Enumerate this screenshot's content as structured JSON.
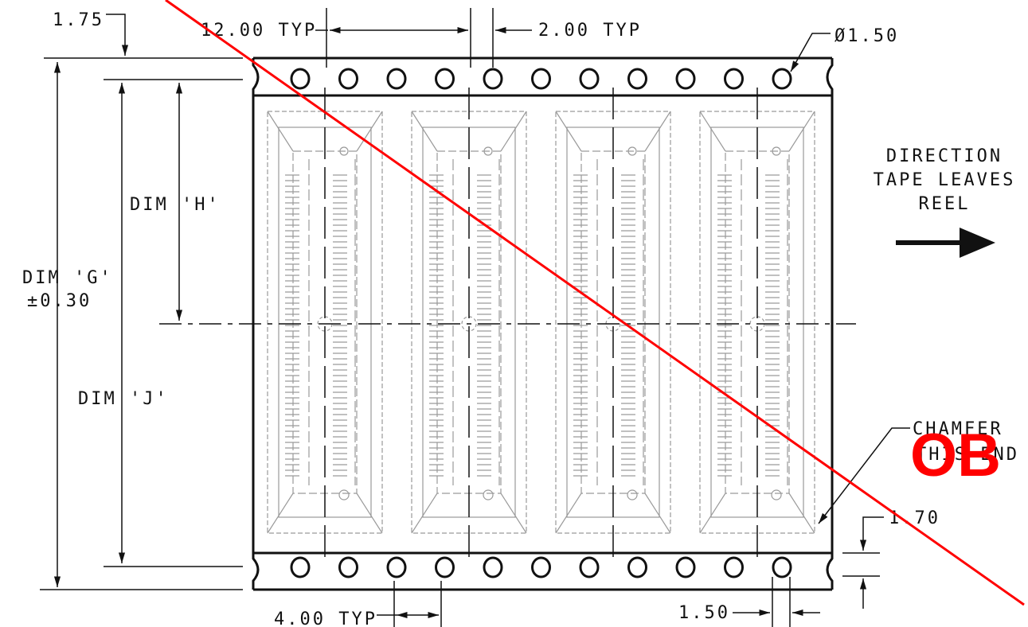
{
  "labels": {
    "top_left_dim": "1.75",
    "pitch_12": "12.00 TYP",
    "pitch_2": "2.00 TYP",
    "hole_dia": "Ø1.50",
    "direction_line1": "DIRECTION",
    "direction_line2": "TAPE LEAVES",
    "direction_line3": "REEL",
    "dim_h": "DIM 'H'",
    "dim_g": "DIM 'G'",
    "dim_g_tol": "±0.30",
    "dim_j": "DIM 'J'",
    "chamfer_line1": "CHAMFER",
    "chamfer_line2": "THIS END",
    "right_dim": "1.70",
    "pitch_4": "4.00 TYP",
    "bottom_dim": "1.50",
    "stamp": "OB"
  },
  "colors": {
    "line": "#111111",
    "hatch": "#9a9a9a",
    "stamp": "#ff0000"
  },
  "pockets": 4,
  "sprocket_holes_per_row": 11
}
